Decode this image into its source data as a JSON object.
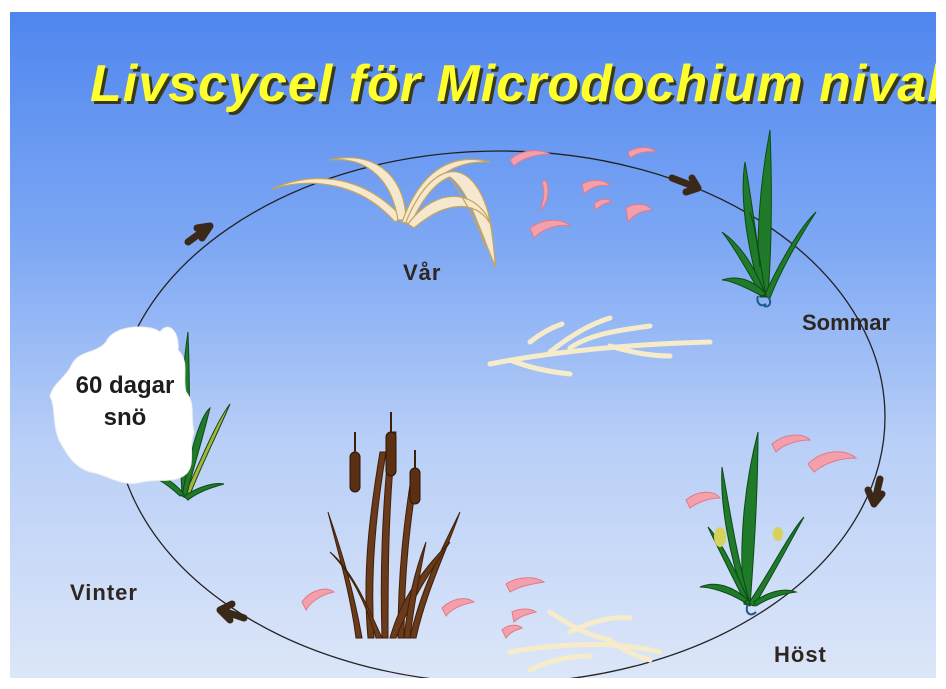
{
  "title": "Livscycel för Microdochium nivale",
  "seasons": {
    "spring": "Vår",
    "summer": "Sommar",
    "autumn": "Höst",
    "winter": "Vinter"
  },
  "snow": {
    "line1": "60 dagar",
    "line2": "snö"
  },
  "colors": {
    "background_top": "#4f86ee",
    "background_bottom": "#dce6f8",
    "title": "#ffff2e",
    "spore": "#f4a0ac",
    "plant": "#1f7a2a",
    "arrow": "#3a2818"
  }
}
